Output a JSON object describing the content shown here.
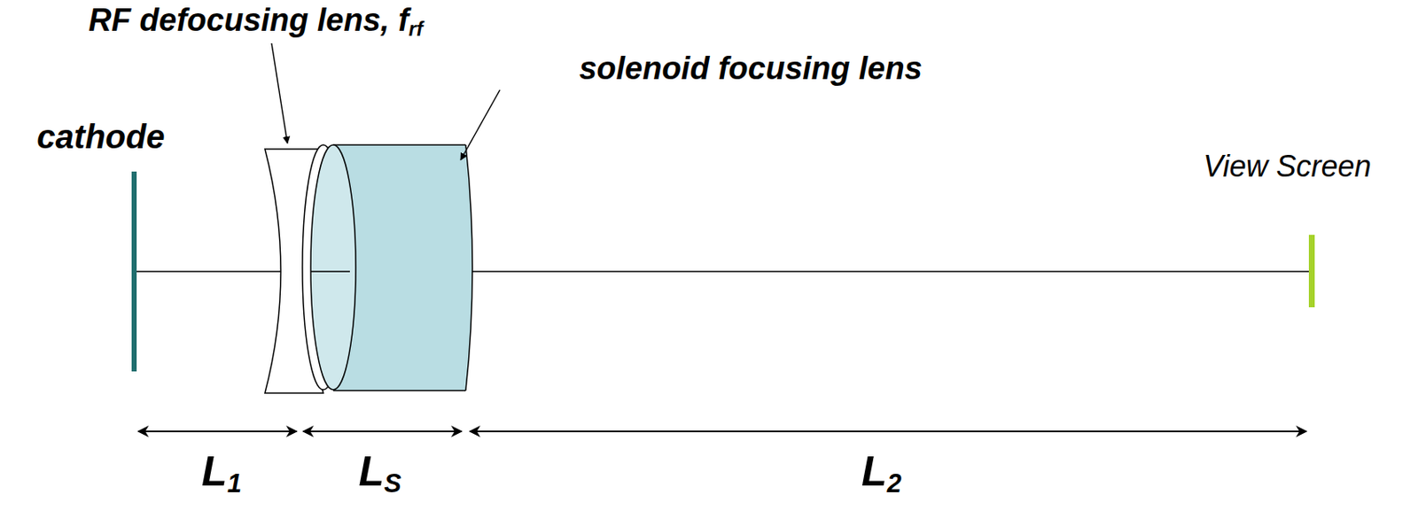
{
  "diagram": {
    "labels": [
      "RF defocusing lens, frf",
      "solenoid focusing lens",
      "cathode",
      "View Screen",
      "L1",
      "LS",
      "L2"
    ]
  }
}
